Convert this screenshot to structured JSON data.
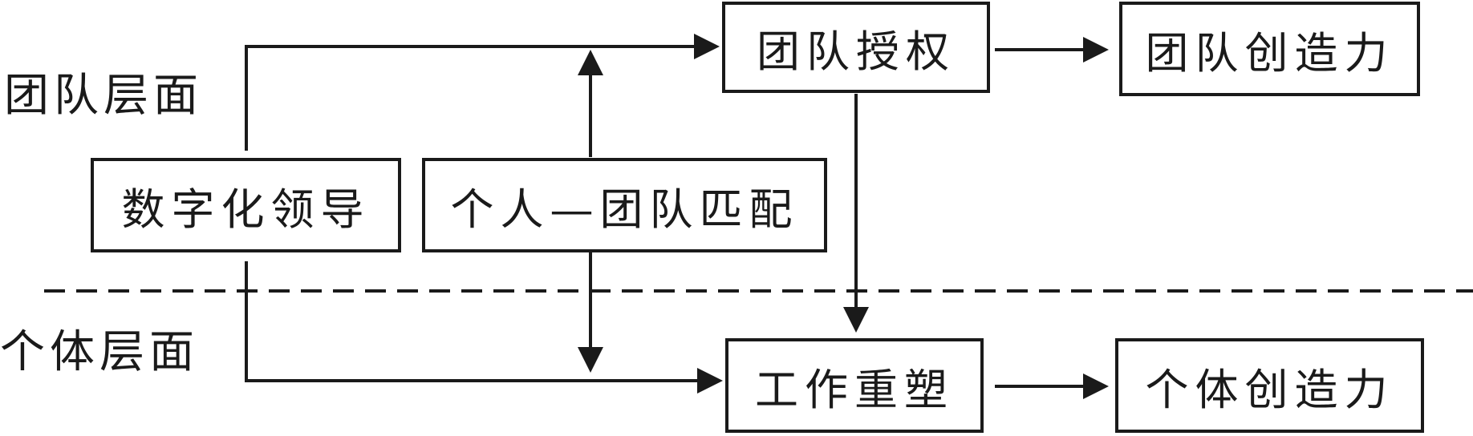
{
  "levels": {
    "team": "团队层面",
    "individual": "个体层面"
  },
  "nodes": {
    "digital_leadership": "数字化领导",
    "person_team_fit": "个人—团队匹配",
    "team_empowerment": "团队授权",
    "team_creativity": "团队创造力",
    "job_crafting": "工作重塑",
    "individual_creativity": "个体创造力"
  }
}
